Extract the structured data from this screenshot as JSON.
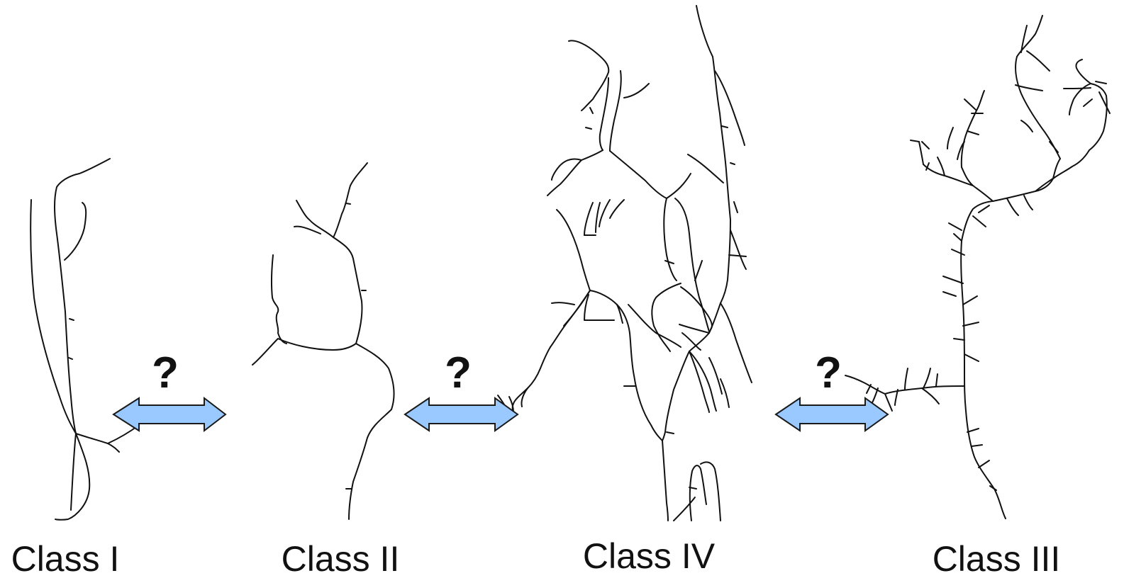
{
  "labels": {
    "class_1": "Class I",
    "class_2": "Class II",
    "class_4": "Class IV",
    "class_3": "Class III"
  },
  "arrows": [
    {
      "mark": "?"
    },
    {
      "mark": "?"
    },
    {
      "mark": "?"
    }
  ],
  "colors": {
    "arrow_fill": "#99c9ff",
    "stroke": "#111111"
  }
}
